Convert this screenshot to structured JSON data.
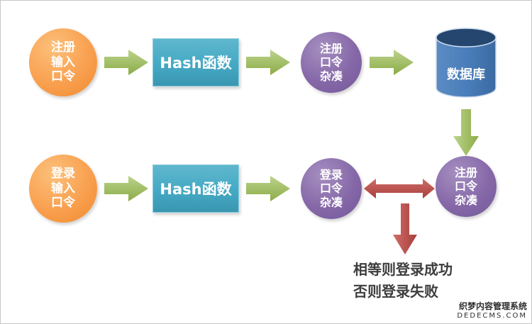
{
  "diagram": {
    "reg_input": {
      "lines": [
        "注册",
        "输入",
        "口令"
      ]
    },
    "reg_hash_fn": "Hash函数",
    "reg_hash_out": {
      "lines": [
        "注册",
        "口令",
        "杂凑"
      ]
    },
    "database": "数据库",
    "login_input": {
      "lines": [
        "登录",
        "输入",
        "口令"
      ]
    },
    "login_hash_fn": "Hash函数",
    "login_hash_out": {
      "lines": [
        "登录",
        "口令",
        "杂凑"
      ]
    },
    "stored_hash": {
      "lines": [
        "注册",
        "口令",
        "杂凑"
      ]
    },
    "result": {
      "lines": [
        "相等则登录成功",
        "否则登录失败"
      ]
    }
  },
  "watermark": {
    "lines": [
      "织梦内容管理系统",
      "DEDECMS.COM"
    ]
  },
  "colors": {
    "orange": "#F79646",
    "teal": "#45A9C4",
    "purple": "#8064A2",
    "green": "#9BBB59",
    "red": "#BE4B48",
    "blue": "#4A7EBB",
    "blue_dark": "#24466F"
  }
}
